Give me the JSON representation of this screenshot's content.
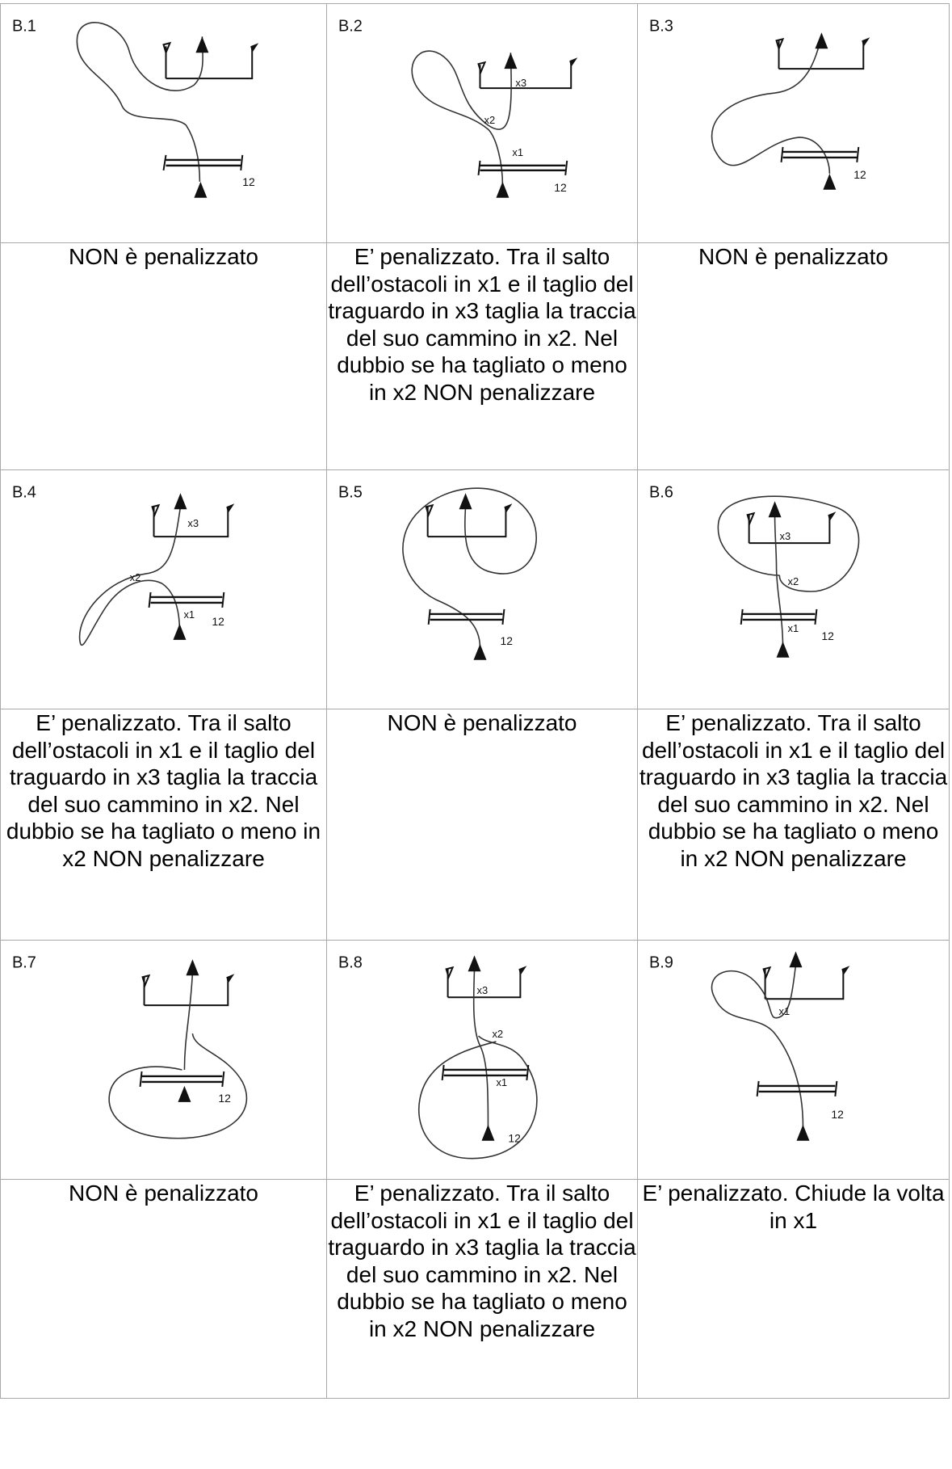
{
  "cells": [
    {
      "label": "B.1",
      "caption": "NON è penalizzato"
    },
    {
      "label": "B.2",
      "marks": [
        "x1",
        "x2",
        "x3"
      ],
      "caption": "E’ penalizzato. Tra il salto dell’ostacoli in x1 e il taglio del traguardo in x3 taglia la traccia del suo cammino in x2. Nel dubbio se ha tagliato o meno in x2 NON penalizzare"
    },
    {
      "label": "B.3",
      "caption": "NON è penalizzato"
    },
    {
      "label": "B.4",
      "marks": [
        "x1",
        "x2",
        "x3"
      ],
      "caption": "E’ penalizzato. Tra il salto dell’ostacoli in x1 e il taglio del traguardo in x3 taglia la traccia del suo cammino in x2. Nel dubbio se ha tagliato o meno in x2 NON penalizzare"
    },
    {
      "label": "B.5",
      "caption": "NON è penalizzato"
    },
    {
      "label": "B.6",
      "marks": [
        "x1",
        "x2",
        "x3"
      ],
      "caption": "E’ penalizzato. Tra il salto dell’ostacoli in x1 e il taglio del traguardo in x3 taglia la traccia del suo cammino in x2. Nel dubbio se ha tagliato o meno in x2 NON penalizzare"
    },
    {
      "label": "B.7",
      "caption": "NON è penalizzato"
    },
    {
      "label": "B.8",
      "marks": [
        "x1",
        "x2",
        "x3"
      ],
      "caption": "E’ penalizzato. Tra il salto dell’ostacoli in x1 e il taglio del traguardo in x3 taglia la traccia del suo cammino in x2. Nel dubbio se ha tagliato o meno in x2 NON penalizzare"
    },
    {
      "label": "B.9",
      "marks": [
        "x1"
      ],
      "caption": "E’ penalizzato. Chiude la volta in x1"
    }
  ],
  "obstacle_number": "12"
}
